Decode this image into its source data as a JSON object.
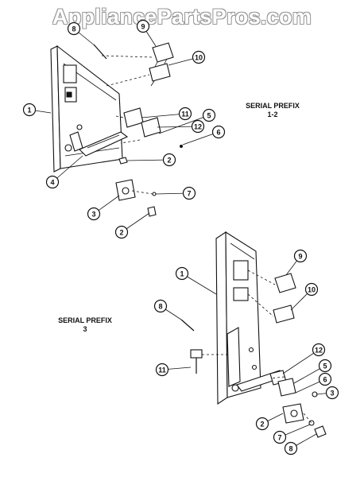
{
  "watermark": "AppliancePartsPros.com",
  "serial_top": {
    "line1": "SERIAL PREFIX",
    "line2": "1-2"
  },
  "serial_bottom": {
    "line1": "SERIAL PREFIX",
    "line2": "3"
  },
  "callouts_top": [
    "8",
    "9",
    "10",
    "1",
    "11",
    "12",
    "5",
    "6",
    "2",
    "4",
    "7",
    "3",
    "2"
  ],
  "callouts_bottom": [
    "1",
    "9",
    "10",
    "8",
    "11",
    "12",
    "5",
    "6",
    "3",
    "2",
    "7",
    "8"
  ]
}
